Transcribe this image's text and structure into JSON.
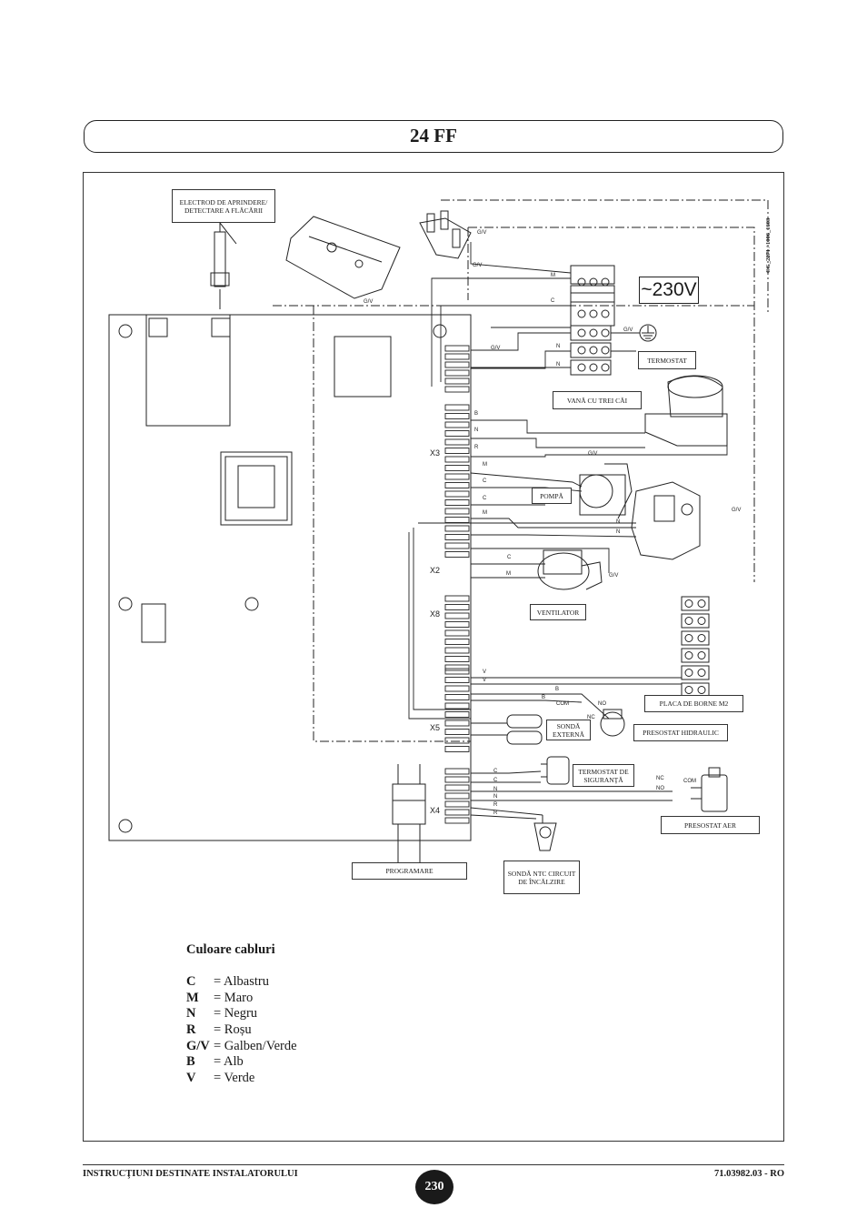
{
  "title": "24 FF",
  "code": "CG_2271 / 1006_1603",
  "voltage": "~230V",
  "labels": {
    "electrode": "ELECTROD DE APRINDERE/ DETECTARE A FLĂCĂRII",
    "termostat": "TERMOSTAT",
    "vana": "VANĂ CU TREI CĂI",
    "pompa": "POMPĂ",
    "ventilator": "VENTILATOR",
    "placa": "PLACA DE BORNE M2",
    "presostat_hidraulic": "PRESOSTAT HIDRAULIC",
    "sonda_externa": "SONDĂ EXTERNĂ",
    "termostat_sig": "TERMOSTAT DE SIGURANŢĂ",
    "presostat_aer": "PRESOSTAT AER",
    "programare": "PROGRAMARE",
    "sonda_ntc": "SONDĂ NTC CIRCUIT DE ÎNCĂLZIRE"
  },
  "connectors": {
    "x3": "X3",
    "x2": "X2",
    "x8": "X8",
    "x5": "X5",
    "x4": "X4"
  },
  "wires": {
    "gv": "G/V",
    "m": "M",
    "c": "C",
    "n": "N",
    "b": "B",
    "r": "R",
    "v": "V",
    "com": "COM",
    "no": "NO",
    "nc": "NC"
  },
  "legend": {
    "title": "Culoare cabluri",
    "items": [
      {
        "key": "C",
        "value": "= Albastru"
      },
      {
        "key": "M",
        "value": "= Maro"
      },
      {
        "key": "N",
        "value": "= Negru"
      },
      {
        "key": "R",
        "value": "= Roșu"
      },
      {
        "key": "G/V",
        "value": "= Galben/Verde"
      },
      {
        "key": "B",
        "value": "= Alb"
      },
      {
        "key": "V",
        "value": "= Verde"
      }
    ]
  },
  "footer": {
    "left": "INSTRUCŢIUNI DESTINATE INSTALATORULUI",
    "page": "230",
    "right": "71.03982.03 - RO"
  }
}
